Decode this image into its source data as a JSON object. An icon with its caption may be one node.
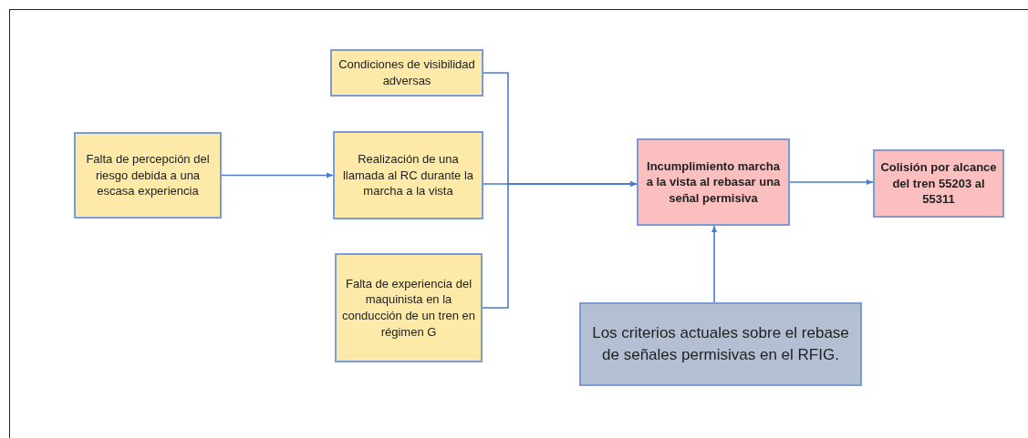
{
  "diagram": {
    "nodes": [
      {
        "text": [
          "Falta de percepción del riesgo debida a una escasa experiencia"
        ]
      },
      {
        "text": [
          "Condiciones de visibilidad adversas"
        ]
      },
      {
        "text": [
          "Realización de una llamada al RC durante la marcha a la vista"
        ]
      },
      {
        "text": [
          "Falta de experiencia del maquinista en la conducción de un tren en régimen G"
        ]
      },
      {
        "text": [
          "Incumplimiento marcha a la vista al rebasar una señal permisiva"
        ]
      },
      {
        "text": [
          "Colisión por alcance del tren 55203 al 55311"
        ]
      },
      {
        "text": [
          "Los criterios actuales sobre el rebase de señales permisivas en el RFIG."
        ]
      }
    ],
    "edges": [
      {
        "from": 0,
        "to": 2,
        "arrow": "to"
      },
      {
        "from": 1,
        "to": 4,
        "arrow": "to"
      },
      {
        "from": 2,
        "to": 4,
        "arrow": "to"
      },
      {
        "from": 3,
        "to": 4,
        "arrow": "to"
      },
      {
        "from": 4,
        "to": 5,
        "arrow": "to"
      },
      {
        "from": 6,
        "to": 4,
        "arrow": "to"
      }
    ]
  }
}
